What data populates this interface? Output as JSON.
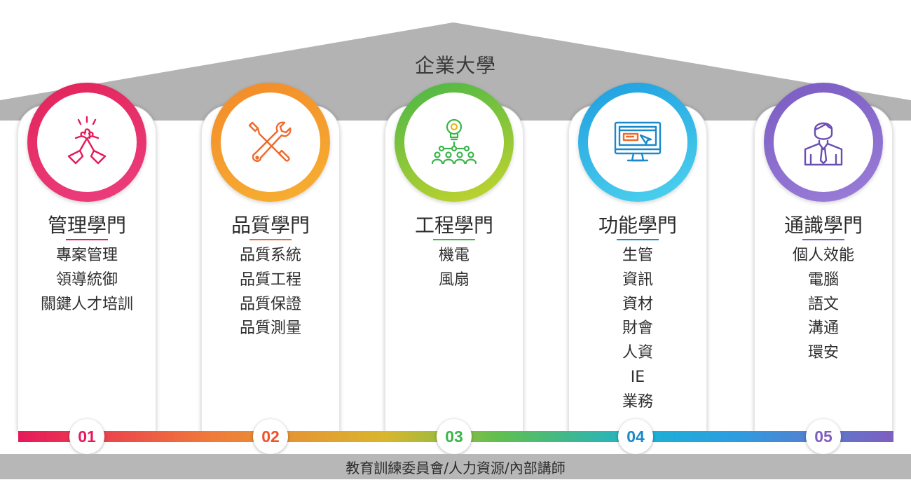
{
  "roof": {
    "title": "企業大學",
    "color": "#b3b3b3"
  },
  "foundation": {
    "label": "教育訓練委員會/人力資源/內部講師"
  },
  "pillars": [
    {
      "title": "管理學門",
      "icon": "handshake-icon",
      "number": "01",
      "color": "#e6195b",
      "items": [
        "專案管理",
        "領導統御",
        "關鍵人才培訓"
      ]
    },
    {
      "title": "品質學門",
      "icon": "tools-icon",
      "number": "02",
      "color": "#f06a2a",
      "items": [
        "品質系統",
        "品質工程",
        "品質保證",
        "品質測量"
      ]
    },
    {
      "title": "工程學門",
      "icon": "idea-network-icon",
      "number": "03",
      "color": "#3ab54a",
      "items": [
        "機電",
        "風扇"
      ]
    },
    {
      "title": "功能學門",
      "icon": "computer-monitor-icon",
      "number": "04",
      "color": "#1a88c9",
      "items": [
        "生管",
        "資訊",
        "資材",
        "財會",
        "人資",
        "IE",
        "業務"
      ]
    },
    {
      "title": "通識學門",
      "icon": "businessman-icon",
      "number": "05",
      "color": "#7e5fc0",
      "items": [
        "個人效能",
        "電腦",
        "語文",
        "溝通",
        "環安"
      ]
    }
  ]
}
